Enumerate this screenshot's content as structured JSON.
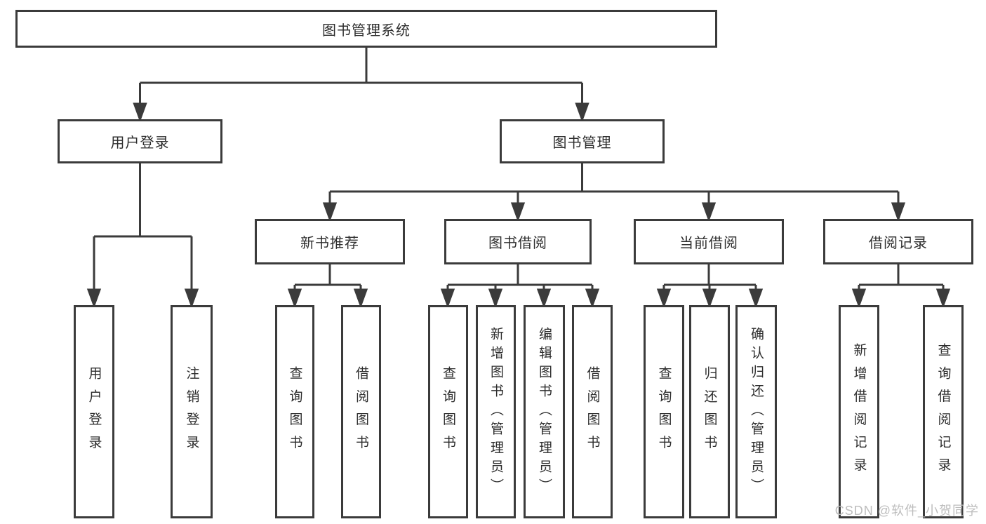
{
  "diagram": {
    "root": {
      "label": "图书管理系统"
    },
    "branches": [
      {
        "label": "用户登录"
      },
      {
        "label": "图书管理"
      }
    ],
    "modules": [
      {
        "label": "新书推荐"
      },
      {
        "label": "图书借阅"
      },
      {
        "label": "当前借阅"
      },
      {
        "label": "借阅记录"
      }
    ],
    "leaves": {
      "user_login": [
        {
          "label": "用户登录"
        },
        {
          "label": "注销登录"
        }
      ],
      "new_book": [
        {
          "label": "查询图书"
        },
        {
          "label": "借阅图书"
        }
      ],
      "book_borrow": [
        {
          "label": "查询图书"
        },
        {
          "label": "新增图书（管理员）"
        },
        {
          "label": "编辑图书（管理员）"
        },
        {
          "label": "借阅图书"
        }
      ],
      "current_borrow": [
        {
          "label": "查询图书"
        },
        {
          "label": "归还图书"
        },
        {
          "label": "确认归还（管理员）"
        }
      ],
      "borrow_records": [
        {
          "label": "新增借阅记录"
        },
        {
          "label": "查询借阅记录"
        }
      ]
    }
  },
  "watermark": {
    "text": "CSDN @软件_小贺同学"
  },
  "colors": {
    "line": "#3b3b3b",
    "text": "#2d2d2d",
    "watermark": "#bdbdbd",
    "background": "#ffffff"
  }
}
